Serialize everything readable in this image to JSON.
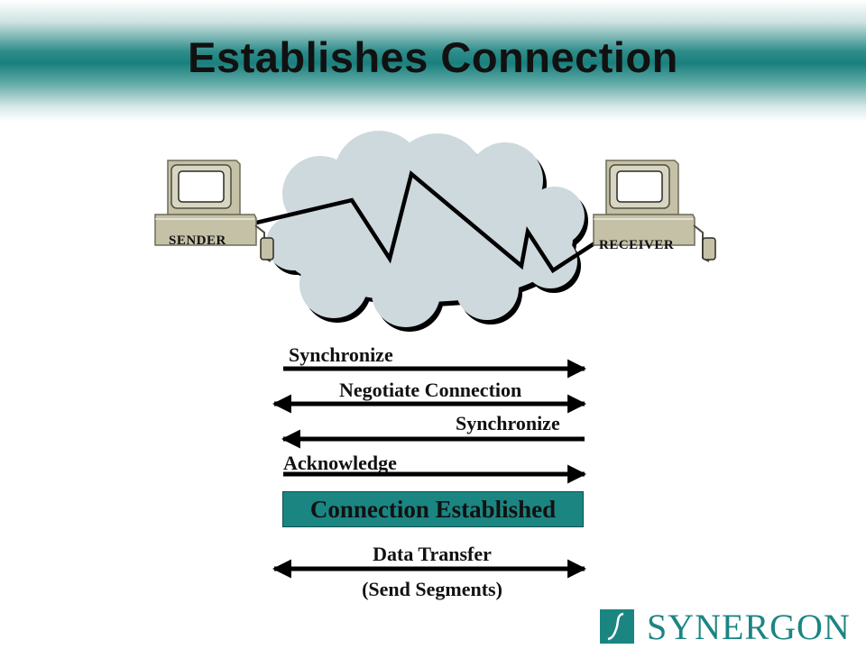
{
  "title": "Establishes Connection",
  "devices": {
    "sender_label": "SENDER",
    "receiver_label": "RECEIVER"
  },
  "messages": [
    {
      "label": "Synchronize",
      "direction": "right"
    },
    {
      "label": "Negotiate Connection",
      "direction": "both"
    },
    {
      "label": "Synchronize",
      "direction": "left"
    },
    {
      "label": "Acknowledge",
      "direction": "right"
    }
  ],
  "established": "Connection Established",
  "transfer": {
    "label": "Data Transfer",
    "sublabel": "(Send Segments)",
    "direction": "both"
  },
  "logo": {
    "text": "SYNERGON"
  },
  "colors": {
    "teal": "#1b8582",
    "cloud": "#cdd9dd",
    "computer": "#c4c1a7"
  }
}
